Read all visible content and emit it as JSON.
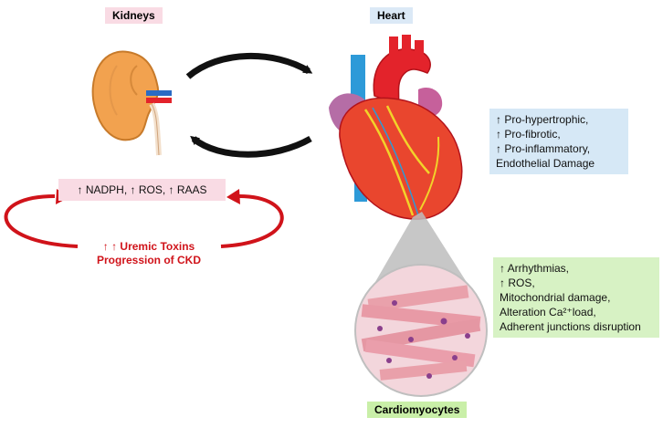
{
  "kidneys": {
    "title": "Kidneys",
    "markers": "↑ NADPH, ↑ ROS, ↑ RAAS",
    "uremic": [
      "↑  ↑ Uremic Toxins",
      "Progression of CKD"
    ]
  },
  "heart": {
    "title": "Heart",
    "effects": [
      "↑ Pro-hypertrophic,",
      "↑ Pro-fibrotic,",
      "↑ Pro-inflammatory,",
      "Endothelial Damage"
    ]
  },
  "cardiomyocytes": {
    "title": "Cardiomyocytes",
    "effects": [
      "↑ Arrhythmias,",
      "↑ ROS,",
      "Mitochondrial damage,",
      "Alteration Ca²⁺load,",
      "Adherent junctions disruption"
    ]
  },
  "colors": {
    "kidney_pill": "#f9dbe4",
    "heart_pill": "#dbe9f6",
    "heart_box": "#d6e8f6",
    "cardio_box": "#d7f2c4",
    "cardio_pill": "#c9efa8",
    "feedback_red": "#d0131a"
  }
}
